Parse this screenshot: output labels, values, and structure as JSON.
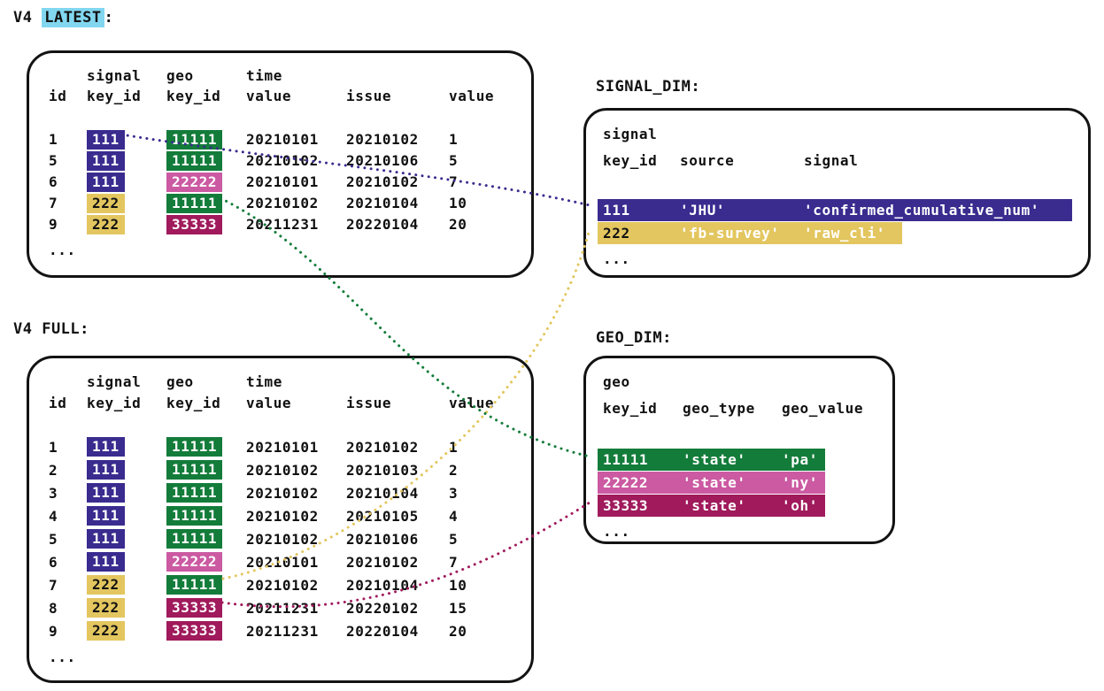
{
  "colors": {
    "sig_111": "#3a2b8f",
    "sig_222": "#e3c65f",
    "geo_11111": "#137c3a",
    "geo_22222": "#cb5aa2",
    "geo_33333": "#a01a5c",
    "highlight": "#82d7f0",
    "ink": "#111111"
  },
  "v4_latest": {
    "title_prefix": "V4 ",
    "title_highlight": "LATEST",
    "title_suffix": ":",
    "header_top": {
      "signal": "signal",
      "geo": "geo",
      "time": "time"
    },
    "header": {
      "id": "id",
      "signal_key": "key_id",
      "geo_key": "key_id",
      "time_value": "value",
      "issue": "issue",
      "value": "value"
    },
    "rows": [
      {
        "id": "1",
        "signal_key": "111",
        "geo_key": "11111",
        "time_value": "20210101",
        "issue": "20210102",
        "value": "1"
      },
      {
        "id": "5",
        "signal_key": "111",
        "geo_key": "11111",
        "time_value": "20210102",
        "issue": "20210106",
        "value": "5"
      },
      {
        "id": "6",
        "signal_key": "111",
        "geo_key": "22222",
        "time_value": "20210101",
        "issue": "20210102",
        "value": "7"
      },
      {
        "id": "7",
        "signal_key": "222",
        "geo_key": "11111",
        "time_value": "20210102",
        "issue": "20210104",
        "value": "10"
      },
      {
        "id": "9",
        "signal_key": "222",
        "geo_key": "33333",
        "time_value": "20211231",
        "issue": "20220104",
        "value": "20"
      }
    ],
    "ellipsis": "..."
  },
  "v4_full": {
    "title": "V4 FULL:",
    "header_top": {
      "signal": "signal",
      "geo": "geo",
      "time": "time"
    },
    "header": {
      "id": "id",
      "signal_key": "key_id",
      "geo_key": "key_id",
      "time_value": "value",
      "issue": "issue",
      "value": "value"
    },
    "rows": [
      {
        "id": "1",
        "signal_key": "111",
        "geo_key": "11111",
        "time_value": "20210101",
        "issue": "20210102",
        "value": "1"
      },
      {
        "id": "2",
        "signal_key": "111",
        "geo_key": "11111",
        "time_value": "20210102",
        "issue": "20210103",
        "value": "2"
      },
      {
        "id": "3",
        "signal_key": "111",
        "geo_key": "11111",
        "time_value": "20210102",
        "issue": "20210104",
        "value": "3"
      },
      {
        "id": "4",
        "signal_key": "111",
        "geo_key": "11111",
        "time_value": "20210102",
        "issue": "20210105",
        "value": "4"
      },
      {
        "id": "5",
        "signal_key": "111",
        "geo_key": "11111",
        "time_value": "20210102",
        "issue": "20210106",
        "value": "5"
      },
      {
        "id": "6",
        "signal_key": "111",
        "geo_key": "22222",
        "time_value": "20210101",
        "issue": "20210102",
        "value": "7"
      },
      {
        "id": "7",
        "signal_key": "222",
        "geo_key": "11111",
        "time_value": "20210102",
        "issue": "20210104",
        "value": "10"
      },
      {
        "id": "8",
        "signal_key": "222",
        "geo_key": "33333",
        "time_value": "20211231",
        "issue": "20220102",
        "value": "15"
      },
      {
        "id": "9",
        "signal_key": "222",
        "geo_key": "33333",
        "time_value": "20211231",
        "issue": "20220104",
        "value": "20"
      }
    ],
    "ellipsis": "..."
  },
  "signal_dim": {
    "title": "SIGNAL_DIM:",
    "header_top": "signal",
    "header": {
      "key_id": "key_id",
      "source": "source",
      "signal": "signal"
    },
    "rows": [
      {
        "key_id": "111",
        "source": "'JHU'",
        "signal": "'confirmed_cumulative_num'"
      },
      {
        "key_id": "222",
        "source": "'fb-survey'",
        "signal": "'raw_cli'"
      }
    ],
    "ellipsis": "..."
  },
  "geo_dim": {
    "title": "GEO_DIM:",
    "header_top": "geo",
    "header": {
      "key_id": "key_id",
      "geo_type": "geo_type",
      "geo_value": "geo_value"
    },
    "rows": [
      {
        "key_id": "11111",
        "geo_type": "'state'",
        "geo_value": "'pa'"
      },
      {
        "key_id": "22222",
        "geo_type": "'state'",
        "geo_value": "'ny'"
      },
      {
        "key_id": "33333",
        "geo_type": "'state'",
        "geo_value": "'oh'"
      }
    ],
    "ellipsis": "..."
  },
  "connectors": [
    {
      "name": "signal-111",
      "from": "V4 LATEST signal key_id 111",
      "to": "SIGNAL_DIM row 111"
    },
    {
      "name": "signal-222",
      "from": "V4 FULL signal key_id 222",
      "to": "SIGNAL_DIM row 222"
    },
    {
      "name": "geo-11111",
      "from": "V4 LATEST geo key_id 11111",
      "to": "GEO_DIM row 11111"
    },
    {
      "name": "geo-33333",
      "from": "V4 FULL geo key_id 33333",
      "to": "GEO_DIM row 33333"
    }
  ]
}
